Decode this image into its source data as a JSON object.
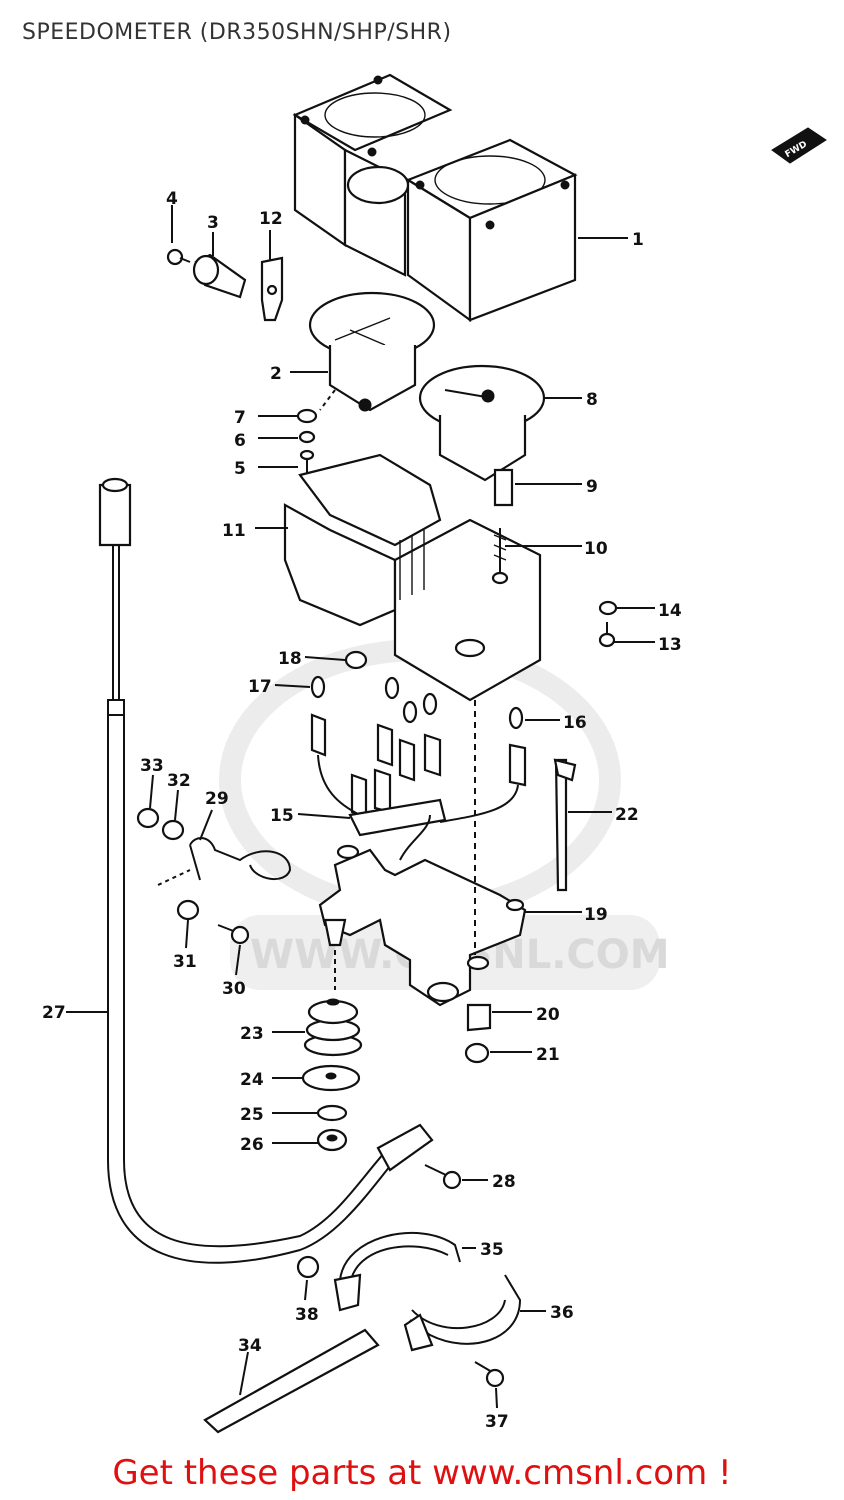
{
  "title": "SPEEDOMETER (DR350SHN/SHP/SHR)",
  "footer": "Get these parts at www.cmsnl.com !",
  "watermark": "WWW.CMSNL.COM",
  "colors": {
    "footer": "#e01010",
    "title": "#333333",
    "line": "#111111",
    "watermark": "#d9d9d9"
  },
  "fwd_label": "FWD",
  "callouts": [
    {
      "id": "1",
      "text": "1"
    },
    {
      "id": "2",
      "text": "2"
    },
    {
      "id": "3",
      "text": "3"
    },
    {
      "id": "4",
      "text": "4"
    },
    {
      "id": "5",
      "text": "5"
    },
    {
      "id": "6",
      "text": "6"
    },
    {
      "id": "7",
      "text": "7"
    },
    {
      "id": "8",
      "text": "8"
    },
    {
      "id": "9",
      "text": "9"
    },
    {
      "id": "10",
      "text": "10"
    },
    {
      "id": "11",
      "text": "11"
    },
    {
      "id": "12",
      "text": "12"
    },
    {
      "id": "13",
      "text": "13"
    },
    {
      "id": "14",
      "text": "14"
    },
    {
      "id": "15",
      "text": "15"
    },
    {
      "id": "16",
      "text": "16"
    },
    {
      "id": "17",
      "text": "17"
    },
    {
      "id": "18",
      "text": "18"
    },
    {
      "id": "19",
      "text": "19"
    },
    {
      "id": "20",
      "text": "20"
    },
    {
      "id": "21",
      "text": "21"
    },
    {
      "id": "22",
      "text": "22"
    },
    {
      "id": "23",
      "text": "23"
    },
    {
      "id": "24",
      "text": "24"
    },
    {
      "id": "25",
      "text": "25"
    },
    {
      "id": "26",
      "text": "26"
    },
    {
      "id": "27",
      "text": "27"
    },
    {
      "id": "28",
      "text": "28"
    },
    {
      "id": "29",
      "text": "29"
    },
    {
      "id": "30",
      "text": "30"
    },
    {
      "id": "31",
      "text": "31"
    },
    {
      "id": "32",
      "text": "32"
    },
    {
      "id": "33",
      "text": "33"
    },
    {
      "id": "34",
      "text": "34"
    },
    {
      "id": "35",
      "text": "35"
    },
    {
      "id": "36",
      "text": "36"
    },
    {
      "id": "37",
      "text": "37"
    },
    {
      "id": "38",
      "text": "38"
    }
  ]
}
